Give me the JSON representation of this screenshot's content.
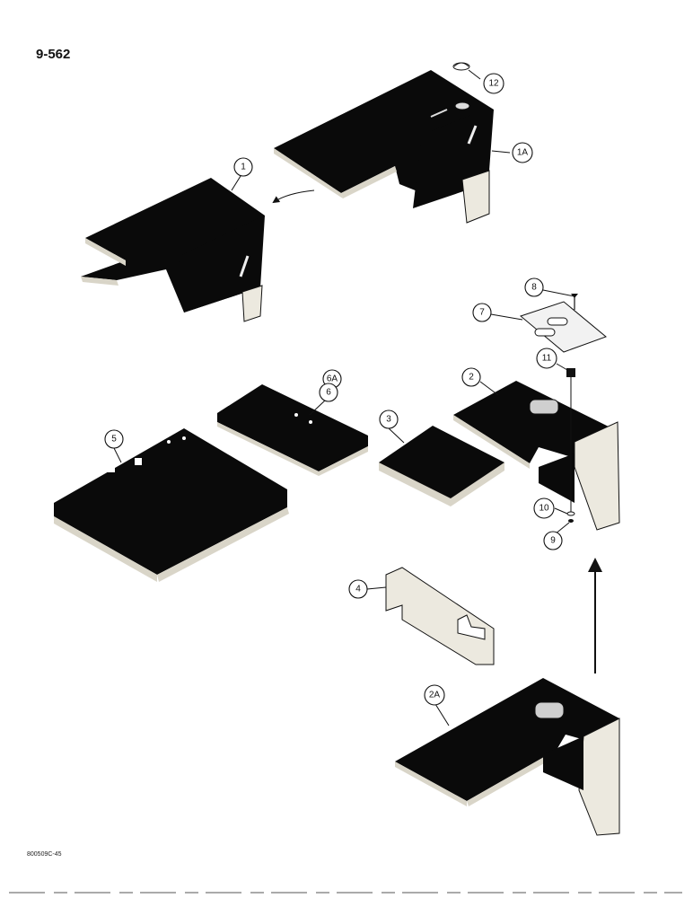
{
  "page": {
    "title": "9-562",
    "footer_code": "800509C-45"
  },
  "callouts": {
    "c1": "1",
    "c1a": "1A",
    "c2": "2",
    "c2a": "2A",
    "c3": "3",
    "c4": "4",
    "c5": "5",
    "c6": "6",
    "c6a": "6A",
    "c7": "7",
    "c8": "8",
    "c9": "9",
    "c10": "10",
    "c11": "11",
    "c12": "12"
  }
}
